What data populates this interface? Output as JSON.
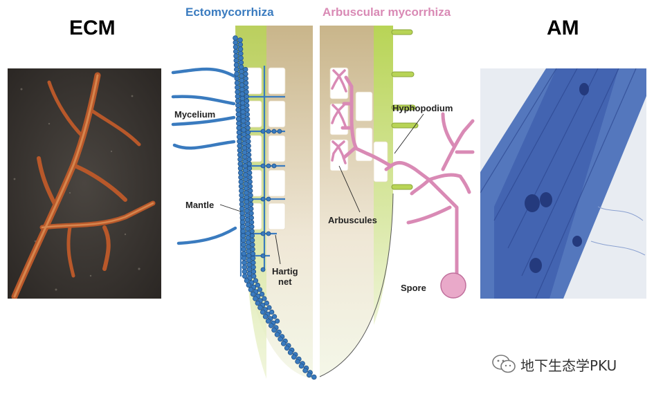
{
  "left_label": "ECM",
  "right_label": "AM",
  "diagram": {
    "left_title": "Ectomycorrhiza",
    "right_title": "Arbuscular mycorrhiza",
    "labels": {
      "mycelium": "Mycelium",
      "mantle": "Mantle",
      "hartig_line1": "Hartig",
      "hartig_line2": "net",
      "hyphopodium": "Hyphopodium",
      "arbuscules": "Arbuscules",
      "spore": "Spore"
    }
  },
  "colors": {
    "ecto_blue": "#3a7bbf",
    "am_pink": "#d98ab5",
    "root_green": "#b8d456",
    "root_tan": "#c9b58a"
  },
  "watermark": "地下生态学PKU"
}
